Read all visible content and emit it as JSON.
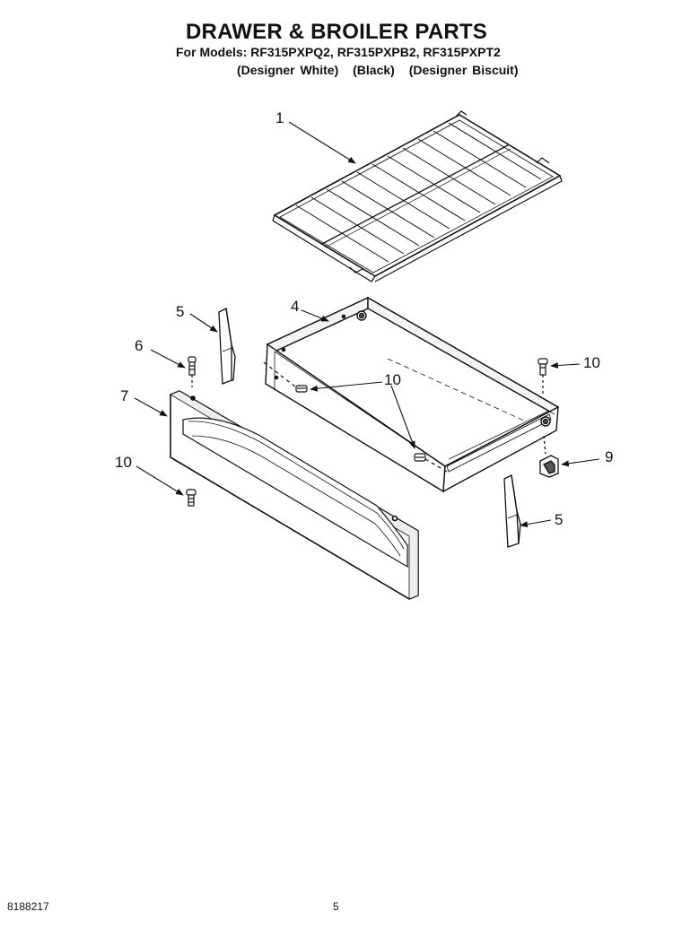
{
  "header": {
    "title": "DRAWER & BROILER PARTS",
    "models": "For Models: RF315PXPQ2, RF315PXPB2, RF315PXPT2",
    "variants": [
      "(Designer White)",
      "(Black)",
      "(Designer Biscuit)"
    ]
  },
  "callouts": {
    "c1": "1",
    "c4": "4",
    "c5a": "5",
    "c5b": "5",
    "c6": "6",
    "c7": "7",
    "c9": "9",
    "c10a": "10",
    "c10b": "10",
    "c10c": "10"
  },
  "footer": {
    "doc_number": "8188217",
    "page_number": "5"
  }
}
